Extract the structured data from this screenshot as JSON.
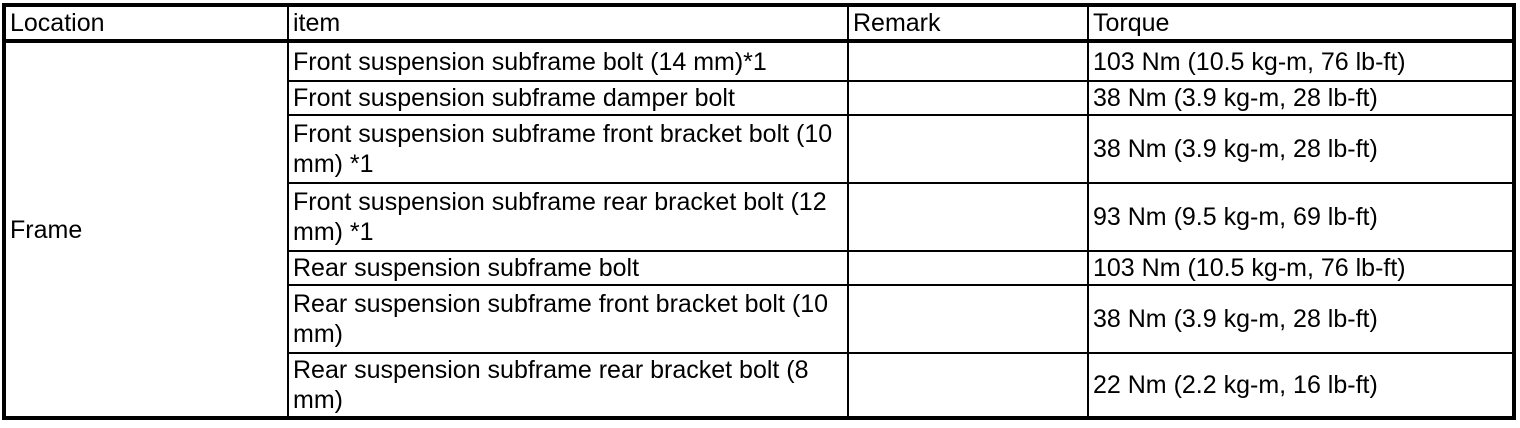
{
  "page": {
    "background_color": "#ffffff",
    "border_color": "#000000",
    "text_color": "#000000"
  },
  "table": {
    "headers": [
      "Location",
      "item",
      "Remark",
      "Torque"
    ],
    "location": "Frame",
    "rows": [
      {
        "item": "Front suspension subframe bolt (14 mm)*1",
        "remark": "",
        "torque": "103 Nm (10.5 kg-m, 76 lb-ft)"
      },
      {
        "item": "Front suspension subframe damper bolt",
        "remark": "",
        "torque": "38 Nm (3.9 kg-m, 28 lb-ft)"
      },
      {
        "item": "Front suspension subframe front bracket bolt (10 mm) *1",
        "remark": "",
        "torque": "38 Nm (3.9 kg-m, 28 lb-ft)"
      },
      {
        "item": "Front suspension subframe rear bracket bolt (12 mm) *1",
        "remark": "",
        "torque": "93 Nm (9.5 kg-m, 69 lb-ft)"
      },
      {
        "item": "Rear suspension subframe bolt",
        "remark": "",
        "torque": "103 Nm (10.5 kg-m, 76 lb-ft)"
      },
      {
        "item": "Rear suspension subframe front bracket bolt (10 mm)",
        "remark": "",
        "torque": "38 Nm (3.9 kg-m, 28 lb-ft)"
      },
      {
        "item": "Rear suspension subframe rear bracket bolt (8 mm)",
        "remark": "",
        "torque": "22 Nm (2.2 kg-m, 16 lb-ft)"
      }
    ]
  }
}
